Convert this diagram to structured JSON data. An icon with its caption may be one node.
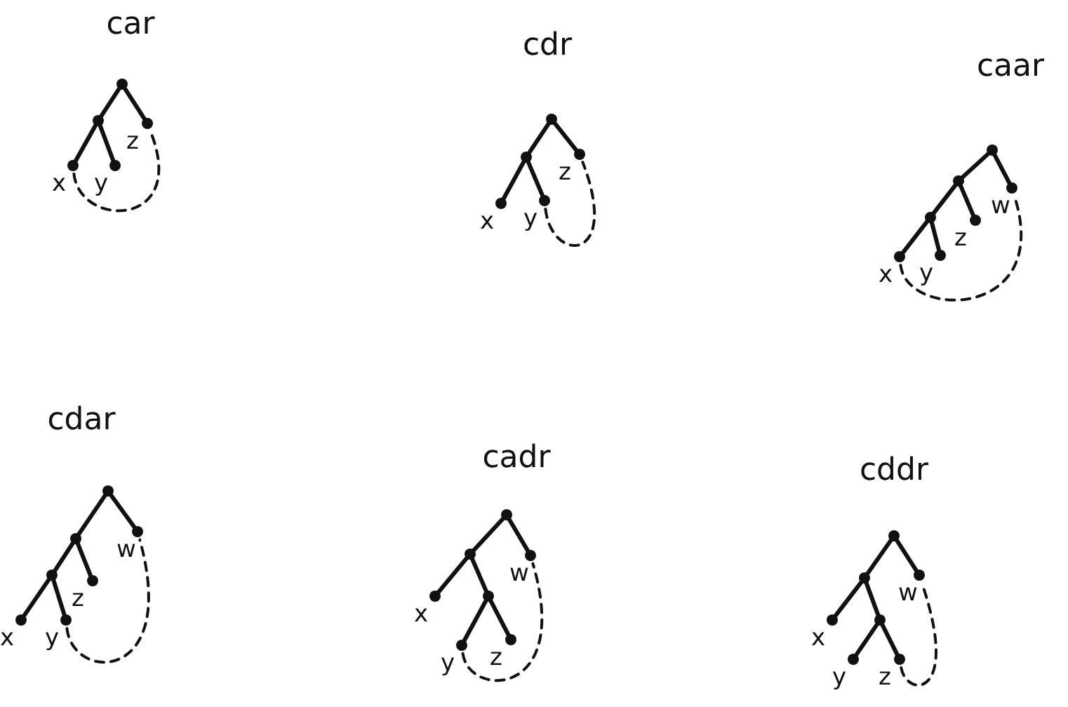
{
  "diagram": {
    "nodes": [
      {
        "text": [],
        "shape": "circle"
      },
      {
        "text": [],
        "shape": "circle"
      },
      {
        "text": [],
        "shape": "circle",
        "beside": [
          "z"
        ]
      },
      {
        "text": [],
        "shape": "circle",
        "beside": [
          "x"
        ]
      },
      {
        "text": [],
        "shape": "circle",
        "beside": [
          "y"
        ]
      },
      {
        "text": [],
        "shape": "circle"
      },
      {
        "text": [],
        "shape": "circle"
      },
      {
        "text": [],
        "shape": "circle",
        "beside": [
          "z"
        ]
      },
      {
        "text": [],
        "shape": "circle",
        "beside": [
          "x"
        ]
      },
      {
        "text": [],
        "shape": "circle",
        "beside": [
          "y"
        ]
      },
      {
        "text": [],
        "shape": "circle"
      },
      {
        "text": [],
        "shape": "circle"
      },
      {
        "text": [],
        "shape": "circle",
        "beside": [
          "w"
        ]
      },
      {
        "text": [],
        "shape": "circle"
      },
      {
        "text": [],
        "shape": "circle",
        "beside": [
          "z"
        ]
      },
      {
        "text": [],
        "shape": "circle",
        "beside": [
          "x"
        ]
      },
      {
        "text": [],
        "shape": "circle",
        "beside": [
          "y"
        ]
      },
      {
        "text": [],
        "shape": "circle"
      },
      {
        "text": [],
        "shape": "circle"
      },
      {
        "text": [],
        "shape": "circle",
        "beside": [
          "w"
        ]
      },
      {
        "text": [],
        "shape": "circle"
      },
      {
        "text": [],
        "shape": "circle",
        "beside": [
          "z"
        ]
      },
      {
        "text": [],
        "shape": "circle",
        "beside": [
          "x"
        ]
      },
      {
        "text": [],
        "shape": "circle",
        "beside": [
          "y"
        ]
      },
      {
        "text": [],
        "shape": "circle"
      },
      {
        "text": [],
        "shape": "circle"
      },
      {
        "text": [],
        "shape": "circle",
        "beside": [
          "w"
        ]
      },
      {
        "text": [],
        "shape": "circle",
        "beside": [
          "x"
        ]
      },
      {
        "text": [],
        "shape": "circle"
      },
      {
        "text": [],
        "shape": "circle",
        "beside": [
          "y"
        ]
      },
      {
        "text": [],
        "shape": "circle",
        "beside": [
          "z"
        ]
      },
      {
        "text": [],
        "shape": "circle"
      },
      {
        "text": [],
        "shape": "circle"
      },
      {
        "text": [],
        "shape": "circle",
        "beside": [
          "w"
        ]
      },
      {
        "text": [],
        "shape": "circle",
        "beside": [
          "x"
        ]
      },
      {
        "text": [],
        "shape": "circle"
      },
      {
        "text": [],
        "shape": "circle",
        "beside": [
          "y"
        ]
      },
      {
        "text": [],
        "shape": "circle",
        "beside": [
          "z"
        ]
      }
    ],
    "edges": [
      {
        "from": 0,
        "to": 1,
        "arrow": "none"
      },
      {
        "from": 0,
        "to": 2,
        "arrow": "none"
      },
      {
        "from": 1,
        "to": 3,
        "arrow": "none"
      },
      {
        "from": 1,
        "to": 4,
        "arrow": "none"
      },
      {
        "from": 3,
        "to": 2,
        "arrow": "none",
        "style": "dashed"
      },
      {
        "from": 5,
        "to": 6,
        "arrow": "none"
      },
      {
        "from": 5,
        "to": 7,
        "arrow": "none"
      },
      {
        "from": 6,
        "to": 8,
        "arrow": "none"
      },
      {
        "from": 6,
        "to": 9,
        "arrow": "none"
      },
      {
        "from": 9,
        "to": 7,
        "arrow": "none",
        "style": "dashed"
      },
      {
        "from": 10,
        "to": 11,
        "arrow": "none"
      },
      {
        "from": 10,
        "to": 12,
        "arrow": "none"
      },
      {
        "from": 11,
        "to": 13,
        "arrow": "none"
      },
      {
        "from": 11,
        "to": 14,
        "arrow": "none"
      },
      {
        "from": 13,
        "to": 15,
        "arrow": "none"
      },
      {
        "from": 13,
        "to": 16,
        "arrow": "none"
      },
      {
        "from": 15,
        "to": 12,
        "arrow": "none",
        "style": "dashed"
      },
      {
        "from": 17,
        "to": 18,
        "arrow": "none"
      },
      {
        "from": 17,
        "to": 19,
        "arrow": "none"
      },
      {
        "from": 18,
        "to": 20,
        "arrow": "none"
      },
      {
        "from": 18,
        "to": 21,
        "arrow": "none"
      },
      {
        "from": 20,
        "to": 22,
        "arrow": "none"
      },
      {
        "from": 20,
        "to": 23,
        "arrow": "none"
      },
      {
        "from": 23,
        "to": 19,
        "arrow": "none",
        "style": "dashed"
      },
      {
        "from": 24,
        "to": 25,
        "arrow": "none"
      },
      {
        "from": 24,
        "to": 26,
        "arrow": "none"
      },
      {
        "from": 25,
        "to": 27,
        "arrow": "none"
      },
      {
        "from": 25,
        "to": 28,
        "arrow": "none"
      },
      {
        "from": 28,
        "to": 29,
        "arrow": "none"
      },
      {
        "from": 28,
        "to": 30,
        "arrow": "none"
      },
      {
        "from": 29,
        "to": 26,
        "arrow": "none",
        "style": "dashed"
      },
      {
        "from": 31,
        "to": 32,
        "arrow": "none"
      },
      {
        "from": 31,
        "to": 33,
        "arrow": "none"
      },
      {
        "from": 32,
        "to": 34,
        "arrow": "none"
      },
      {
        "from": 32,
        "to": 35,
        "arrow": "none"
      },
      {
        "from": 35,
        "to": 36,
        "arrow": "none"
      },
      {
        "from": 35,
        "to": 37,
        "arrow": "none"
      },
      {
        "from": 37,
        "to": 33,
        "arrow": "none",
        "style": "dashed"
      }
    ],
    "labels": [
      "car",
      "cdr",
      "caar",
      "cdar",
      "cadr",
      "cddr"
    ]
  }
}
